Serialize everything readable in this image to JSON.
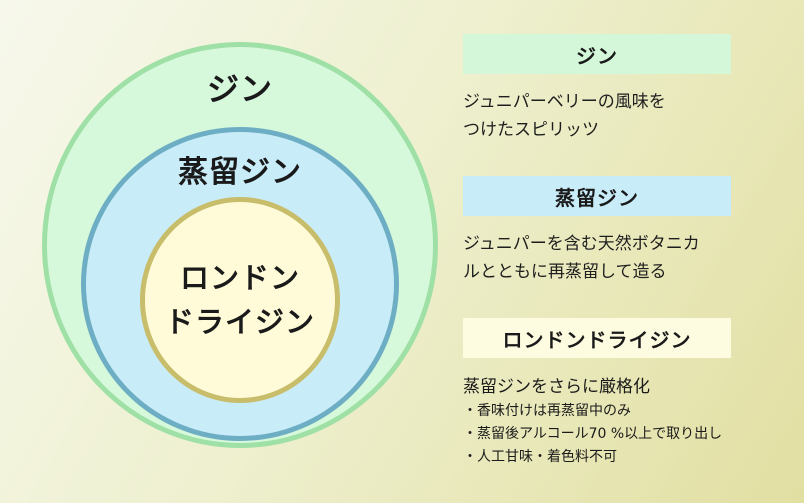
{
  "diagram": {
    "outer_label": "ジン",
    "middle_label": "蒸留ジン",
    "inner_label_line1": "ロンドン",
    "inner_label_line2": "ドライジン"
  },
  "legend": {
    "gin": {
      "title": "ジン",
      "desc_line1": "ジュニパーベリーの風味を",
      "desc_line2": "つけたスピリッツ"
    },
    "distilled": {
      "title": "蒸留ジン",
      "desc_line1": "ジュニパーを含む天然ボタニカ",
      "desc_line2": "ルとともに再蒸留して造る"
    },
    "london": {
      "title": "ロンドンドライジン",
      "desc": "蒸留ジンをさらに厳格化",
      "bullets": [
        "香味付けは再蒸留中のみ",
        "蒸留後アルコール70 %以上で取り出し",
        "人工甘味・着色料不可"
      ]
    }
  },
  "colors": {
    "outer_fill": "#d6f8db",
    "outer_border": "#9ee0a6",
    "middle_fill": "#c9ecf9",
    "middle_border": "#6eaec4",
    "inner_fill": "#fffbd8",
    "inner_border": "#c8bd6b"
  }
}
